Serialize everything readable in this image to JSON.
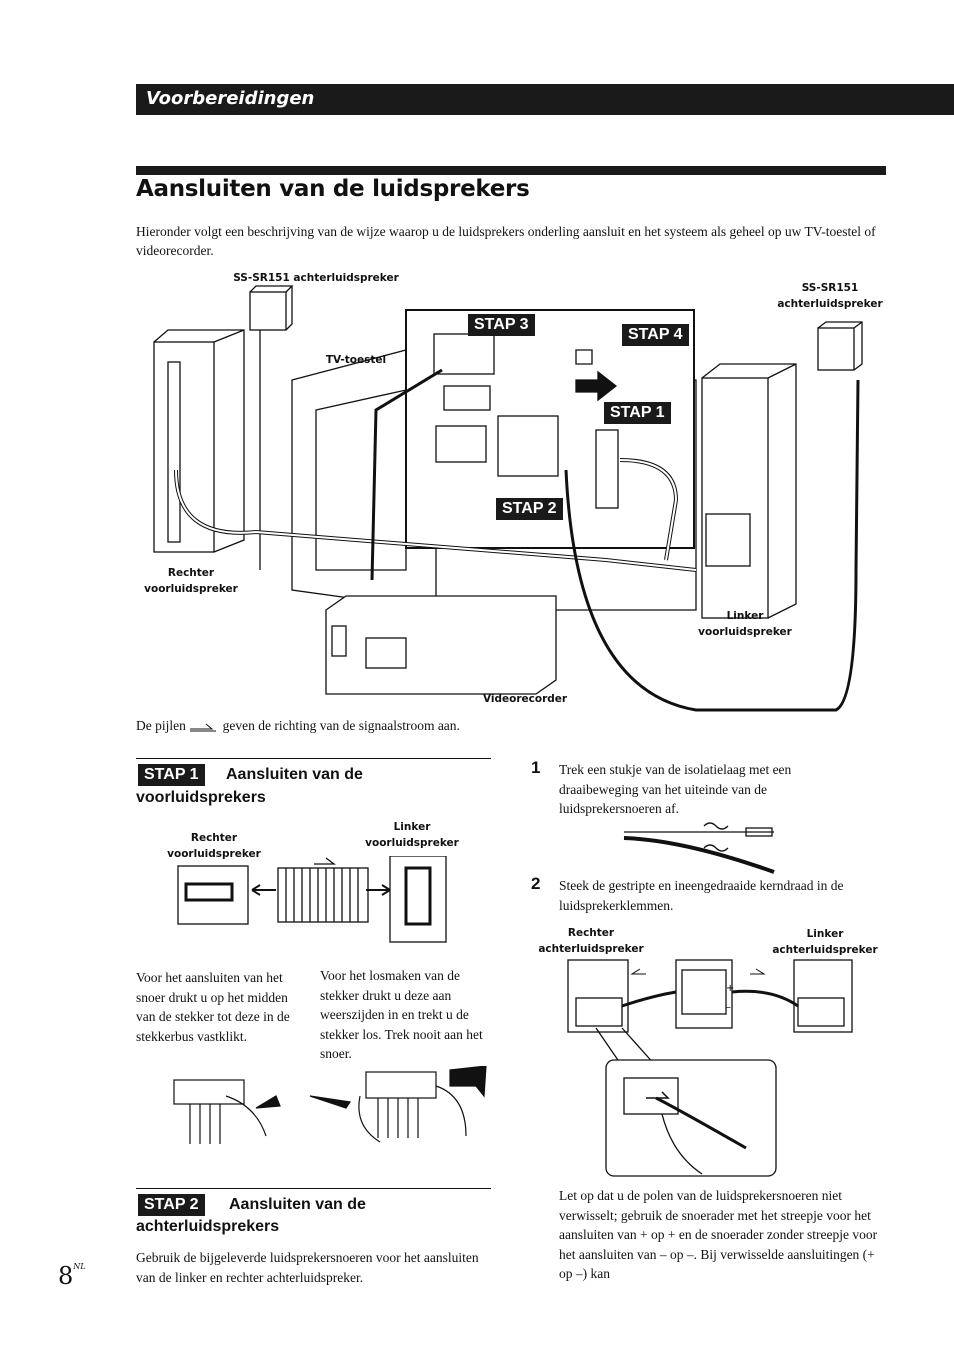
{
  "header": {
    "section": "Voorbereidingen"
  },
  "page": {
    "title": "Aansluiten van de luidsprekers",
    "intro": "Hieronder volgt een beschrijving van de wijze waarop u de luidsprekers onderling aansluit en het systeem als geheel op uw TV-toestel of videorecorder.",
    "number": "8",
    "number_suffix": "NL"
  },
  "main_diagram": {
    "rear_left_label": "SS-SR151 achterluidspreker",
    "rear_right_label_1": "SS-SR151",
    "rear_right_label_2": "achterluidspreker",
    "tv_label": "TV-toestel",
    "front_right_label_1": "Rechter",
    "front_right_label_2": "voorluidspreker",
    "front_left_label_1": "Linker",
    "front_left_label_2": "voorluidspreker",
    "vcr_label": "Videorecorder",
    "step3": "STAP 3",
    "step4": "STAP 4",
    "step1": "STAP 1",
    "step2": "STAP 2"
  },
  "arrow_note": {
    "before": "De pijlen",
    "after": "geven de richting van de signaalstroom aan."
  },
  "stap1_section": {
    "tag": "STAP 1",
    "title_1": "Aansluiten van de",
    "title_2": "voorluidsprekers",
    "right_label_1": "Rechter",
    "right_label_2": "voorluidspreker",
    "left_label_1": "Linker",
    "left_label_2": "voorluidspreker",
    "connect_text": "Voor het aansluiten van het snoer drukt u op het midden van de stekker tot deze in de stekkerbus vastklikt.",
    "disconnect_text": "Voor het losmaken van de stekker drukt u deze aan weerszijden in en trekt u de stekker los. Trek nooit aan het snoer."
  },
  "stap2_section": {
    "tag": "STAP 2",
    "title_1": "Aansluiten van de",
    "title_2": "achterluidsprekers",
    "text": "Gebruik de bijgeleverde luidsprekersnoeren voor het aansluiten van de linker en rechter achterluidspreker."
  },
  "steps": [
    {
      "num": "1",
      "text": "Trek een stukje van de isolatielaag met een draaibeweging van het uiteinde van de luidsprekersnoeren af."
    },
    {
      "num": "2",
      "text": "Steek de gestripte en ineengedraaide kerndraad in de luidsprekerklemmen."
    }
  ],
  "rear_diagram": {
    "right_label_1": "Rechter",
    "right_label_2": "achterluidspreker",
    "left_label_1": "Linker",
    "left_label_2": "achterluidspreker",
    "plus": "+",
    "minus": "–"
  },
  "polarity_text": "Let op dat u de polen van de luidsprekersnoeren niet verwisselt; gebruik de snoerader met het streepje voor het aansluiten van + op + en de snoerader zonder streepje voor het aansluiten van – op –. Bij verwisselde aansluitingen (+ op –) kan"
}
